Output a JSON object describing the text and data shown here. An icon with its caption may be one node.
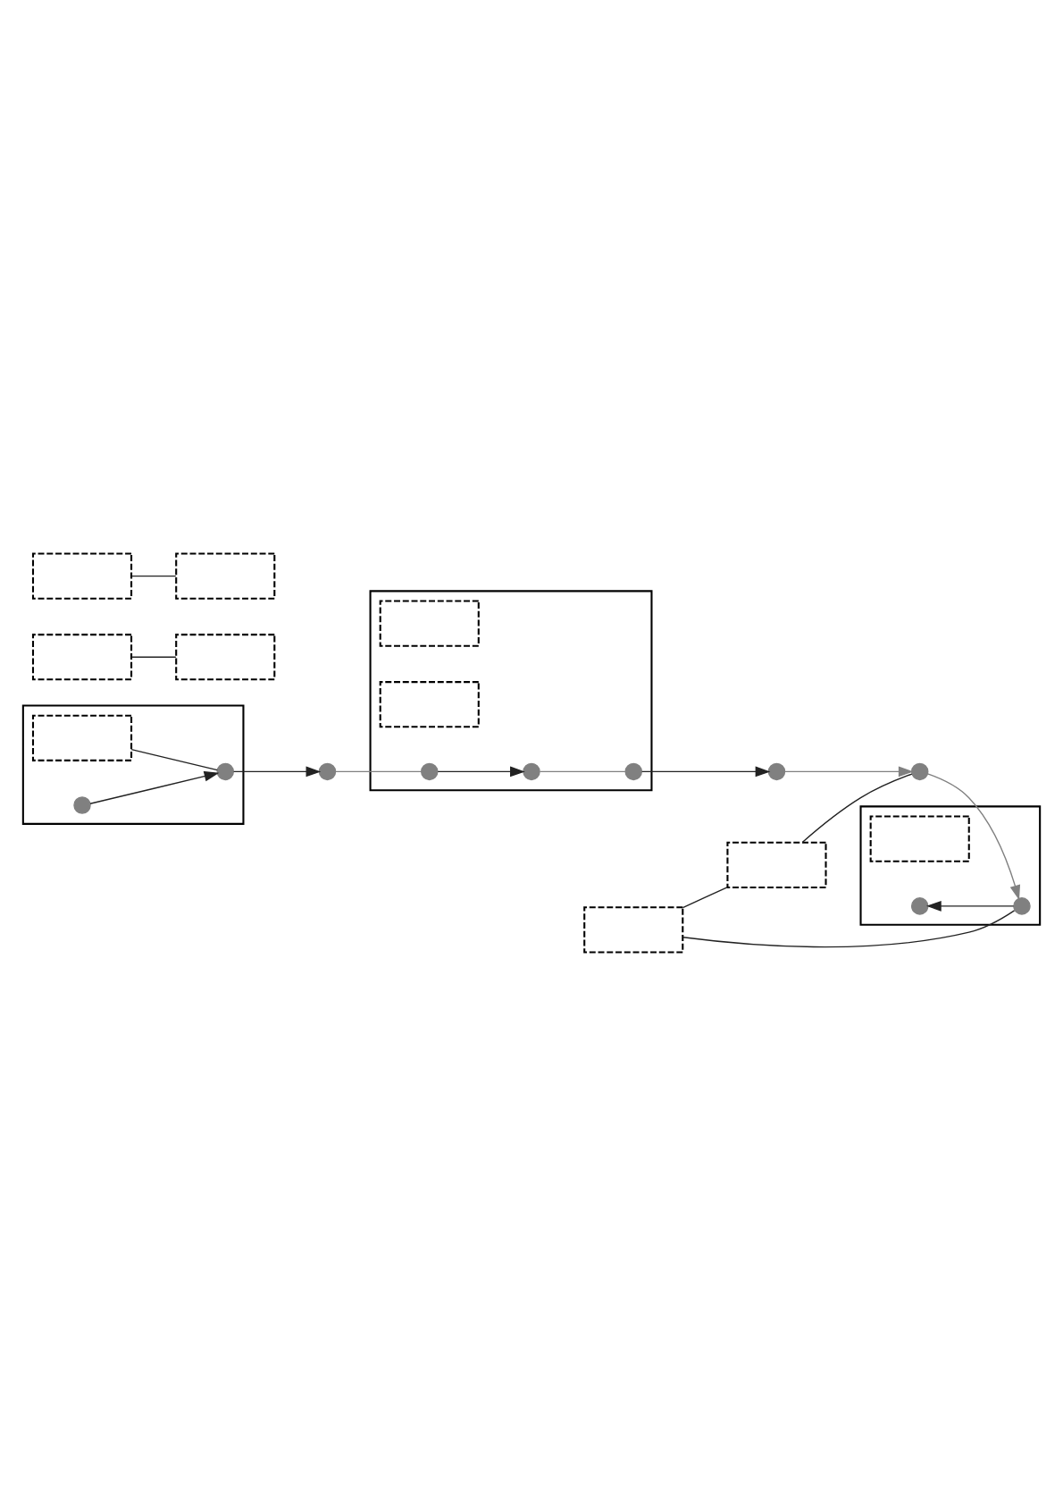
{
  "diagram": {
    "nodes": [
      {
        "text": [],
        "shape": "box"
      },
      {
        "text": [],
        "shape": "box",
        "in": 0
      },
      {
        "text": [],
        "shape": "circle",
        "in": 0
      },
      {
        "text": [],
        "shape": "circle",
        "in": 0
      },
      {
        "text": [],
        "shape": "box"
      },
      {
        "text": [],
        "shape": "box"
      },
      {
        "text": [],
        "shape": "circle"
      },
      {
        "text": [],
        "shape": "box"
      },
      {
        "text": [],
        "shape": "box",
        "in": 7
      },
      {
        "text": [],
        "shape": "box",
        "in": 7
      },
      {
        "text": [],
        "shape": "circle",
        "in": 7
      },
      {
        "text": [],
        "shape": "circle",
        "in": 7
      },
      {
        "text": [],
        "shape": "circle",
        "in": 7
      },
      {
        "text": [],
        "shape": "box"
      },
      {
        "text": [],
        "shape": "box"
      },
      {
        "text": [],
        "shape": "circle"
      },
      {
        "text": [],
        "shape": "box"
      },
      {
        "text": [],
        "shape": "box",
        "in": 16
      },
      {
        "text": [],
        "shape": "box"
      },
      {
        "text": [],
        "shape": "circle",
        "in": 16
      },
      {
        "text": [],
        "shape": "circle",
        "in": 16
      },
      {
        "text": [],
        "shape": "box"
      },
      {
        "text": [],
        "shape": "circle"
      }
    ],
    "edges": [
      {
        "from": 2,
        "to": 3,
        "arrow": "to"
      },
      {
        "from": 1,
        "to": 3,
        "arrow": "none"
      },
      {
        "from": 3,
        "to": 6,
        "arrow": "to"
      },
      {
        "from": 4,
        "to": 5,
        "arrow": "none"
      },
      {
        "from": 6,
        "to": 10,
        "arrow": "none",
        "color": "#808080"
      },
      {
        "from": 10,
        "to": 11,
        "arrow": "to"
      },
      {
        "from": 11,
        "to": 12,
        "arrow": "none",
        "color": "#808080"
      },
      {
        "from": 12,
        "to": 15,
        "arrow": "to"
      },
      {
        "from": 13,
        "to": 14,
        "arrow": "none"
      },
      {
        "from": 15,
        "to": 22,
        "arrow": "to",
        "color": "#808080"
      },
      {
        "from": 22,
        "to": 20,
        "arrow": "to",
        "color": "#808080"
      },
      {
        "from": 20,
        "to": 19,
        "arrow": "to"
      },
      {
        "from": 18,
        "to": 20,
        "arrow": "none"
      },
      {
        "from": 21,
        "to": 22,
        "arrow": "none"
      },
      {
        "from": 18,
        "to": 21,
        "arrow": "none"
      }
    ]
  }
}
